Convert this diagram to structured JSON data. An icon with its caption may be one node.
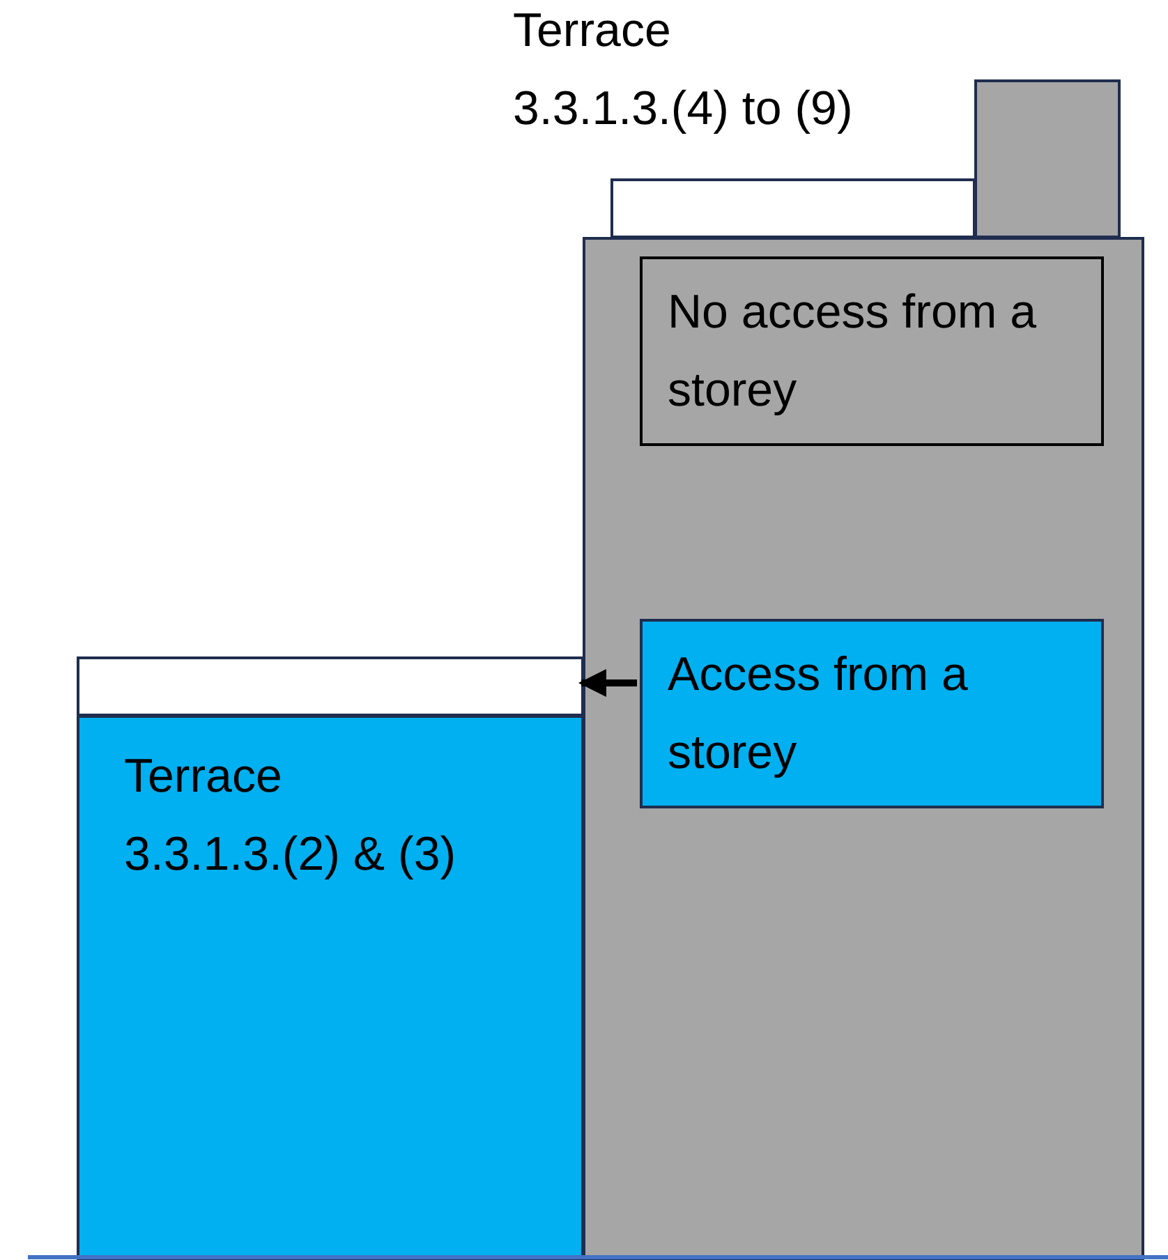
{
  "diagram": {
    "nodes": [
      {
        "text": [],
        "shape": "box"
      },
      {
        "text": [
          "No access from a storey"
        ],
        "in": 0
      },
      {
        "text": [
          "Access from a storey"
        ],
        "in": 0
      },
      {
        "text": [
          "Terrace",
          "3.3.1.3.(2) & (3)"
        ]
      },
      {
        "text": [],
        "shape": "box"
      },
      {
        "text": [
          "Terrace",
          "3.3.1.3.(4) to (9)"
        ]
      },
      {
        "text": [],
        "shape": "box"
      }
    ],
    "edges": [
      {
        "from": 2,
        "to": 4,
        "arrow": "to"
      }
    ]
  }
}
